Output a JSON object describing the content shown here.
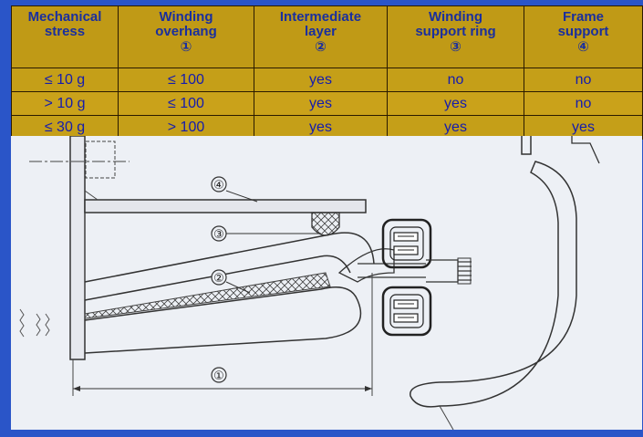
{
  "table": {
    "headers": [
      [
        "Mechanical",
        "stress",
        ""
      ],
      [
        "Winding",
        "overhang",
        "①"
      ],
      [
        "Intermediate",
        "layer",
        "②"
      ],
      [
        "Winding",
        "support ring",
        "③"
      ],
      [
        "Frame",
        "support",
        "④"
      ]
    ],
    "rows": [
      [
        "≤ 10 g",
        "≤ 100",
        "yes",
        "no",
        "no"
      ],
      [
        "> 10 g",
        "≤ 100",
        "yes",
        "yes",
        "no"
      ],
      [
        "≤ 30 g",
        "> 100",
        "yes",
        "yes",
        "yes"
      ]
    ]
  },
  "diagram": {
    "callouts": [
      "④",
      "③",
      "②",
      "①"
    ]
  }
}
